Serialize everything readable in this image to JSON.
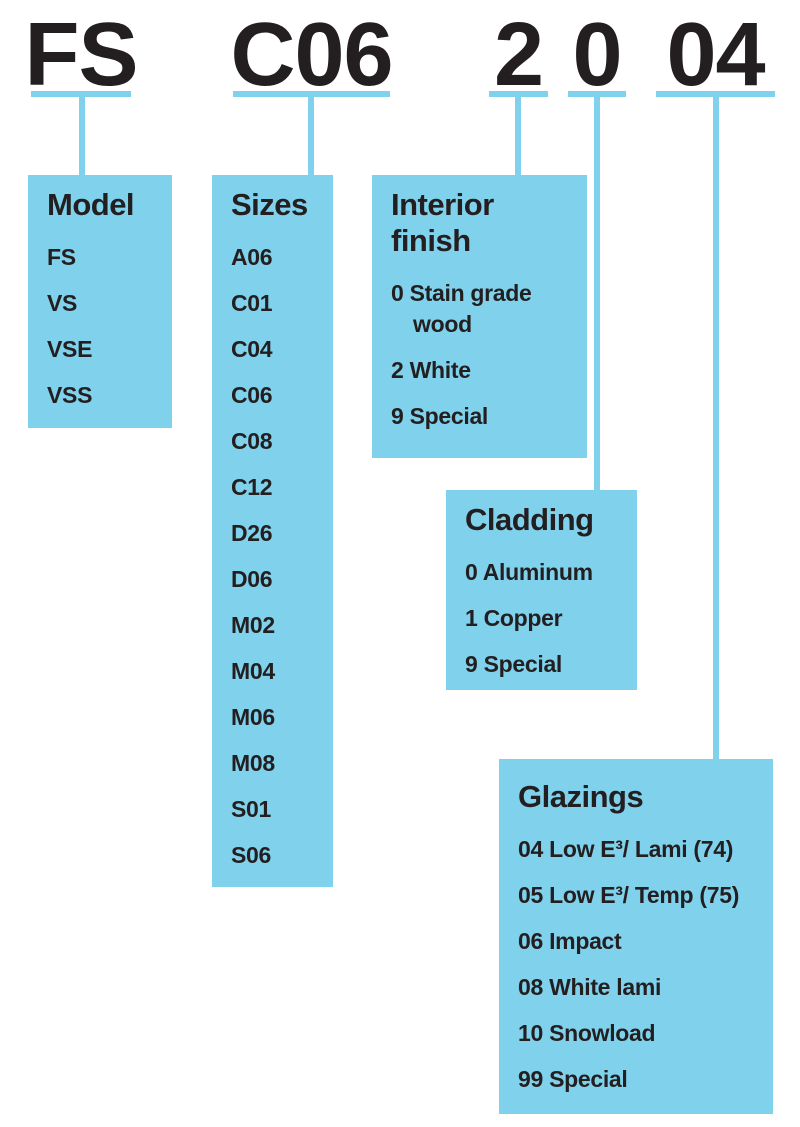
{
  "product_code": {
    "full": "FS C06 2 0 04",
    "segments": [
      {
        "text": "FS",
        "category": "Model"
      },
      {
        "text": "C06",
        "category": "Sizes"
      },
      {
        "text": "2",
        "category": "Interior finish"
      },
      {
        "text": "0",
        "category": "Cladding"
      },
      {
        "text": "04",
        "category": "Glazings"
      }
    ]
  },
  "legend_boxes": {
    "model": {
      "title": "Model",
      "items": [
        "FS",
        "VS",
        "VSE",
        "VSS"
      ]
    },
    "sizes": {
      "title": "Sizes",
      "items": [
        "A06",
        "C01",
        "C04",
        "C06",
        "C08",
        "C12",
        "D26",
        "D06",
        "M02",
        "M04",
        "M06",
        "M08",
        "S01",
        "S06"
      ]
    },
    "interior_finish": {
      "title": "Interior finish",
      "items": [
        "0 Stain grade wood",
        "2 White",
        "9 Special"
      ]
    },
    "cladding": {
      "title": "Cladding",
      "items": [
        "0 Aluminum",
        "1 Copper",
        "9 Special"
      ]
    },
    "glazings": {
      "title": "Glazings",
      "items": [
        "04 Low E³/ Lami (74)",
        "05 Low E³/ Temp (75)",
        "06 Impact",
        "08 White lami",
        "10 Snowload",
        "99 Special"
      ]
    }
  },
  "colors": {
    "accent_blue": "#7fd1ec",
    "text": "#231f20",
    "background": "#ffffff"
  }
}
